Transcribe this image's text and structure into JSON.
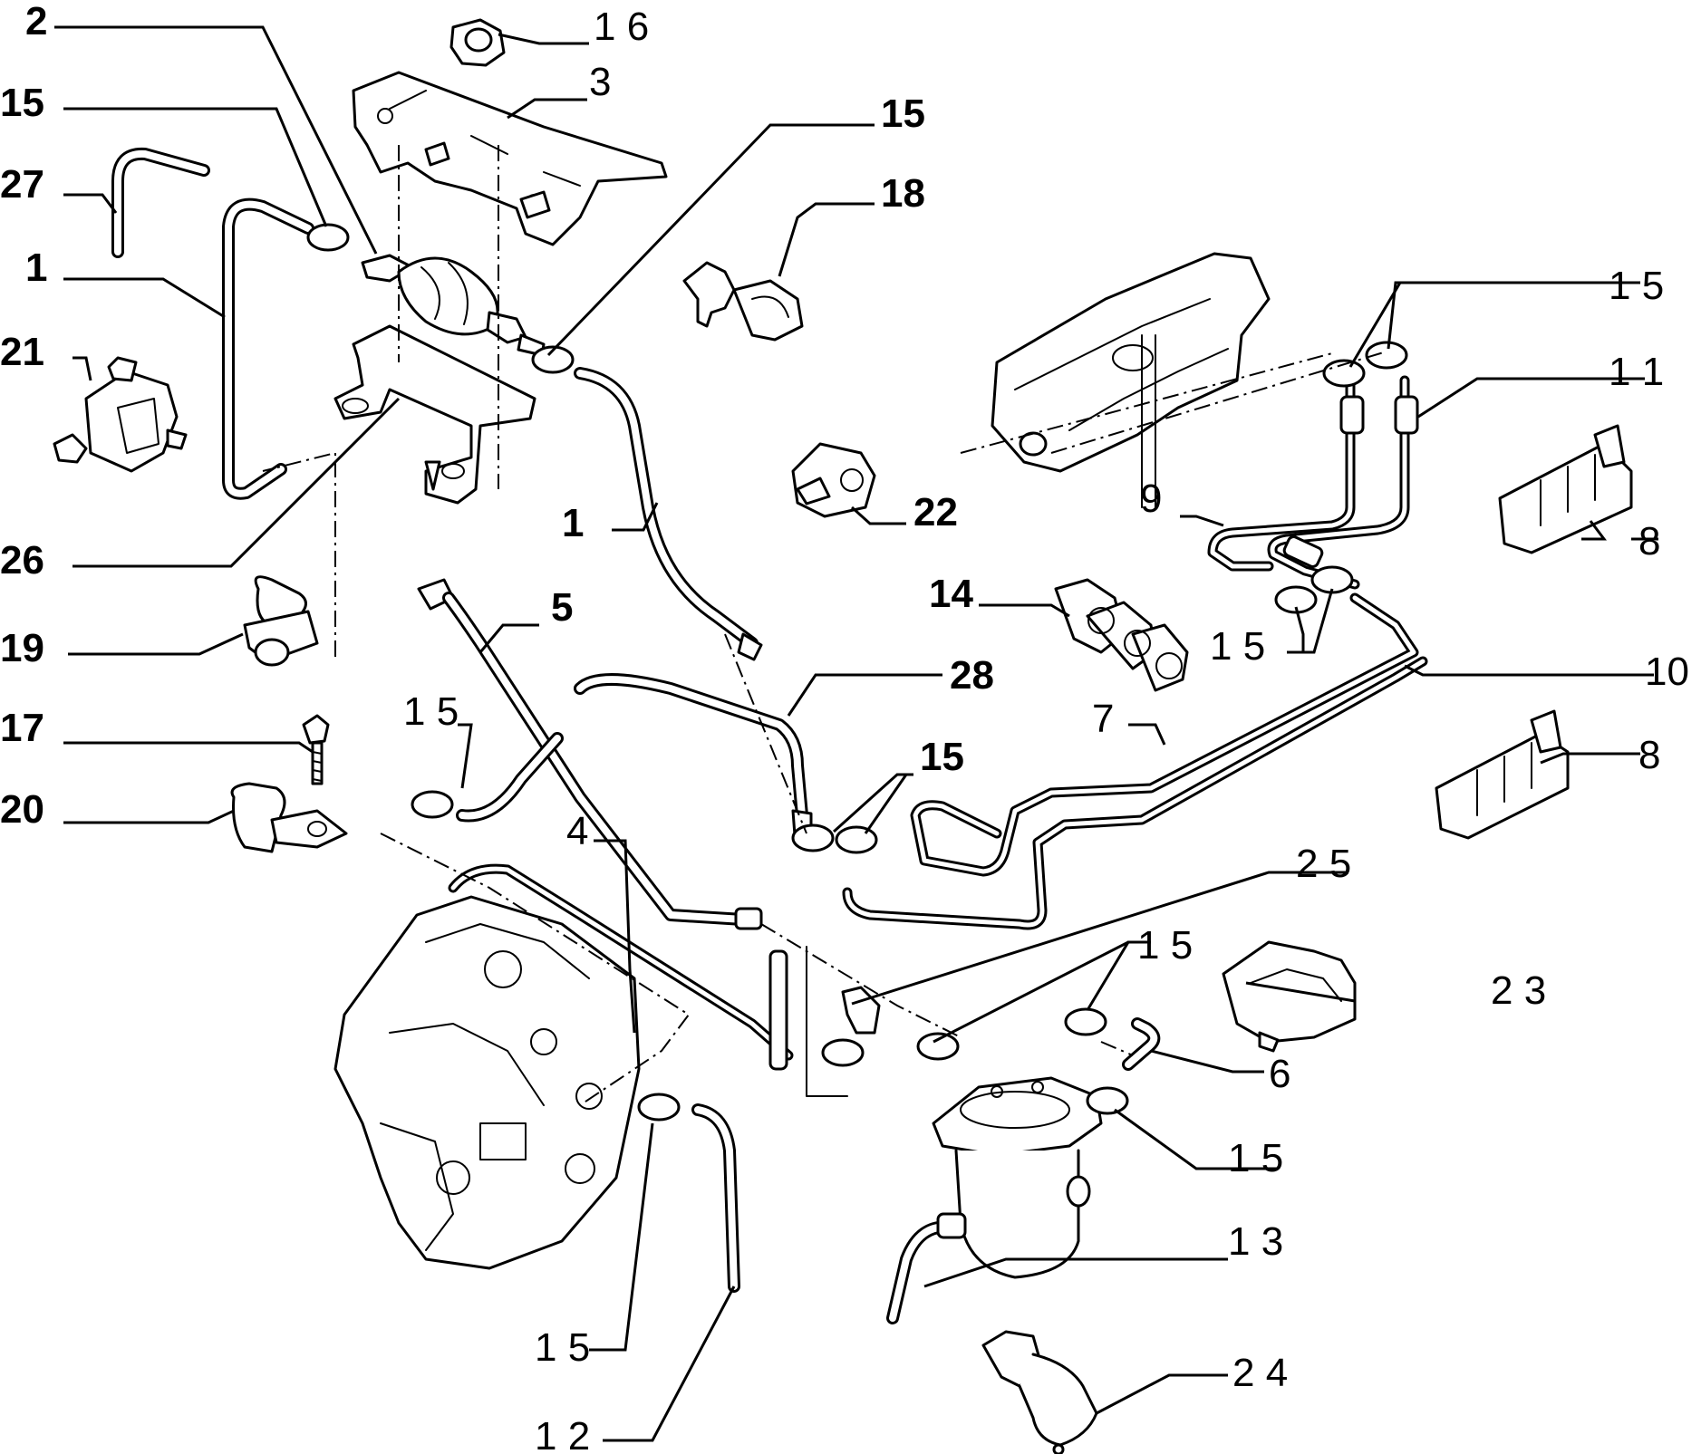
{
  "callouts": {
    "c2": "2",
    "c15a": "15",
    "c27": "27",
    "c1a": "1",
    "c21": "21",
    "c26": "26",
    "c19": "19",
    "c17": "17",
    "c20": "20",
    "c16": "1 6",
    "c3": "3",
    "c15b": "15",
    "c18": "18",
    "c1b": "1",
    "c22": "22",
    "c5": "5",
    "c15c": "1 5",
    "c28": "28",
    "c15d": "15",
    "c4": "4",
    "c14": "14",
    "c15e": "1 5",
    "c11": "1 1",
    "c9": "9",
    "c8a": "8",
    "c15f": "1 5",
    "c10": "10",
    "c7": "7",
    "c8b": "8",
    "c25": "2 5",
    "c15g": "1 5",
    "c23": "2 3",
    "c6": "6",
    "c15h": "1 5",
    "c13": "1 3",
    "c15i": "1 5",
    "c12": "1 2",
    "c24": "2 4"
  }
}
